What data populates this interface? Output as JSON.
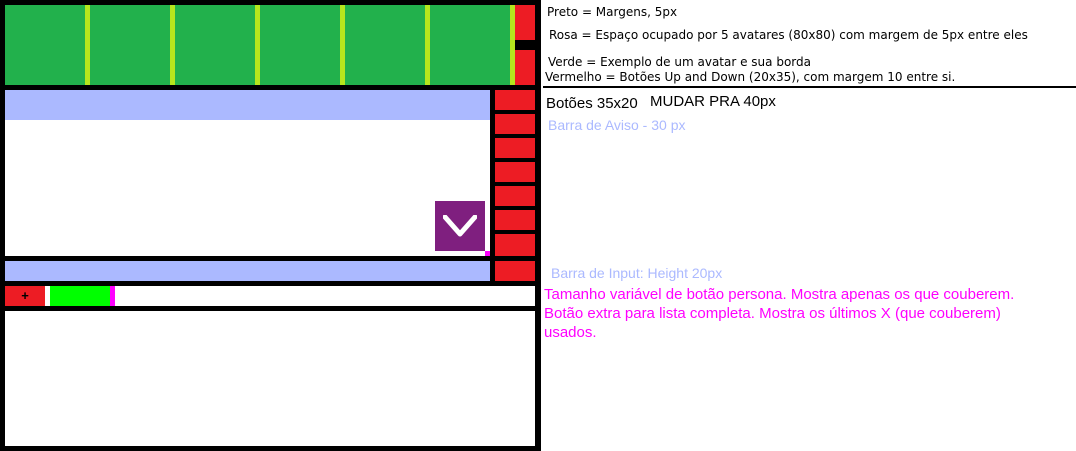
{
  "notes": {
    "black": "Preto = Margens, 5px",
    "pink": "Rosa = Espaço ocupado por 5 avatares (80x80) com margem de 5px entre eles",
    "green": "Verde = Exemplo de um avatar e sua borda",
    "red": "Vermelho = Botões Up and Down (20x35), com margem 10 entre si.",
    "buttons": "Botões 35x20",
    "change": "MUDAR PRA 40px",
    "warning_bar": "Barra de Aviso - 30 px",
    "input_bar": "Barra de Input: Height 20px",
    "persona_lines": [
      "Tamanho variável de botão persona. Mostra apenas os que couberem.",
      "Botão extra para lista completa. Mostra os últimos X (que couberem)",
      "usados."
    ]
  },
  "persona": {
    "add_label": "+"
  },
  "icons": {
    "check": "check-icon"
  },
  "colors": {
    "black": "#000000",
    "green": "#22b14c",
    "lime": "#b5e61d",
    "red": "#ed1c24",
    "blue": "#abb9ff",
    "magenta": "#ff00ff",
    "purple": "#7f1f7f"
  }
}
